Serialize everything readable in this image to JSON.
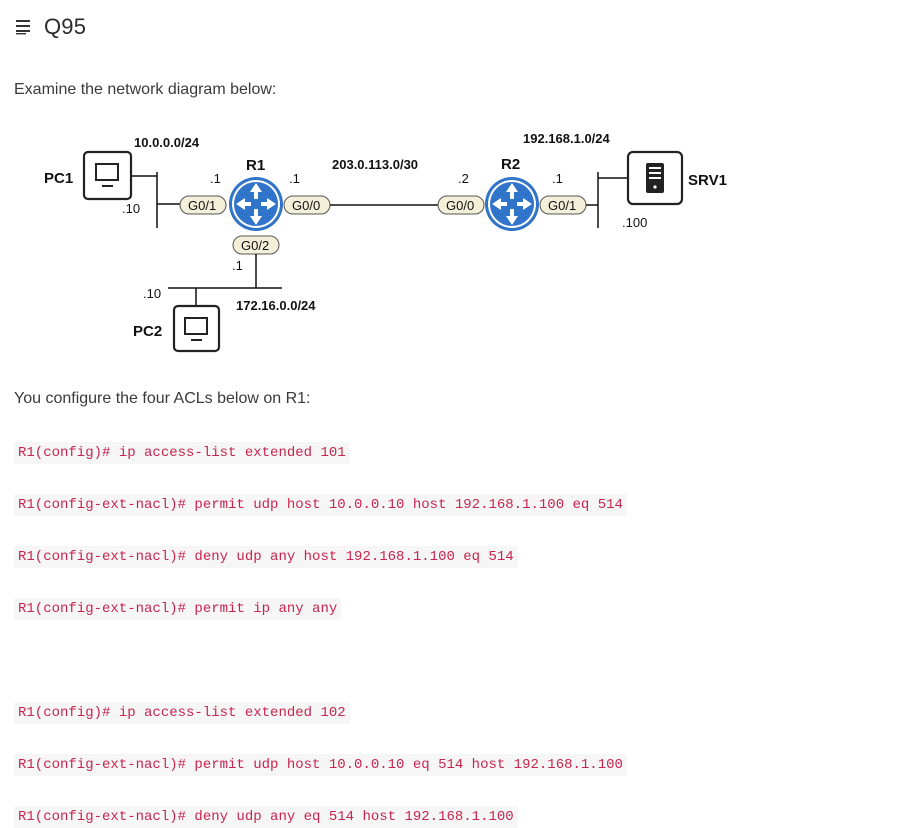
{
  "question": {
    "title": "Q95"
  },
  "intro": "Examine the network diagram below:",
  "diagram": {
    "networks": {
      "left_lan": "10.0.0.0/24",
      "wan": "203.0.113.0/30",
      "right_lan": "192.168.1.0/24",
      "bottom_lan": "172.16.0.0/24"
    },
    "devices": {
      "pc1": {
        "name": "PC1",
        "host": ".10"
      },
      "pc2": {
        "name": "PC2",
        "host": ".10"
      },
      "srv1": {
        "name": "SRV1",
        "host": ".100"
      },
      "r1": {
        "name": "R1",
        "g01_ip": ".1",
        "g00_ip": ".1",
        "g02_ip": ".1"
      },
      "r2": {
        "name": "R2",
        "g00_ip": ".2",
        "g01_ip": ".1"
      }
    },
    "interfaces": {
      "r1_g01": "G0/1",
      "r1_g00": "G0/0",
      "r1_g02": "G0/2",
      "r2_g00": "G0/0",
      "r2_g01": "G0/1"
    },
    "colors": {
      "router": "#2f74c9",
      "badge": "#f3efd9",
      "line": "#111111"
    }
  },
  "mid_text": "You configure the four ACLs below on R1:",
  "code_lines": [
    "R1(config)# ip access-list extended 101",
    "R1(config-ext-nacl)# permit udp host 10.0.0.10 host 192.168.1.100 eq 514",
    "R1(config-ext-nacl)# deny udp any host 192.168.1.100 eq 514",
    "R1(config-ext-nacl)# permit ip any any",
    "R1(config)# ip access-list extended 102",
    "R1(config-ext-nacl)# permit udp host 10.0.0.10 eq 514 host 192.168.1.100",
    "R1(config-ext-nacl)# deny udp any eq 514 host 192.168.1.100"
  ]
}
